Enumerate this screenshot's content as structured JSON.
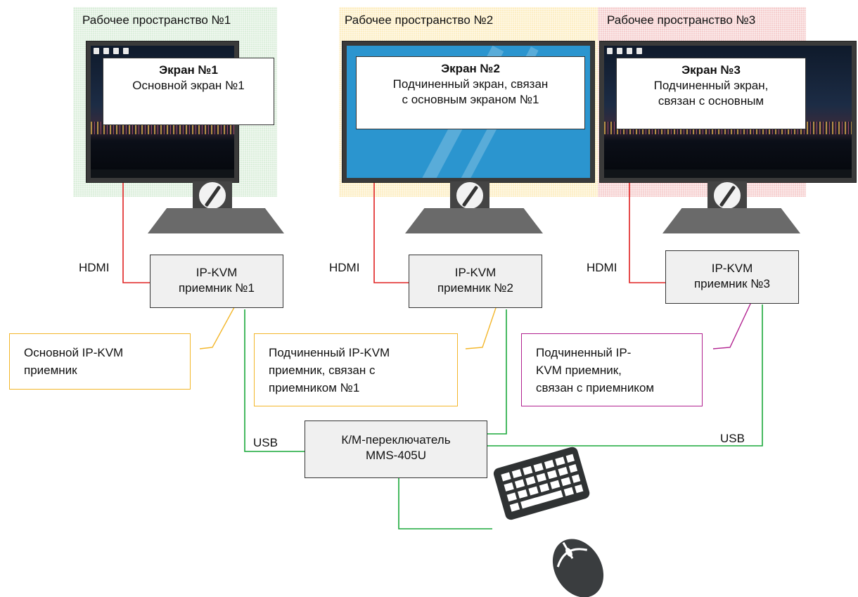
{
  "workspaces": [
    {
      "title": "Рабочее пространство №1",
      "color": "#dcefdc"
    },
    {
      "title": "Рабочее пространство №2",
      "color": "#fdeec4"
    },
    {
      "title": "Рабочее пространство №3",
      "color": "#f6cfcf"
    }
  ],
  "screens": [
    {
      "heading": "Экран №1",
      "line1": "Основной экран №1",
      "line2": ""
    },
    {
      "heading": "Экран №2",
      "line1": "Подчиненный экран, связан",
      "line2": "с основным экраном №1"
    },
    {
      "heading": "Экран №3",
      "line1": "Подчиненный экран,",
      "line2": "связан с основным"
    }
  ],
  "receivers": [
    {
      "line1": "IP-KVM",
      "line2": "приемник №1"
    },
    {
      "line1": "IP-KVM",
      "line2": "приемник №2"
    },
    {
      "line1": "IP-KVM",
      "line2": "приемник №3"
    }
  ],
  "notes": [
    {
      "line1": "Основной IP-KVM",
      "line2": "приемник",
      "line3": "",
      "color": "#f3b629"
    },
    {
      "line1": "Подчиненный IP-KVM",
      "line2": "приемник, связан с",
      "line3": "приемником №1",
      "color": "#f3b629"
    },
    {
      "line1": "Подчиненный IP-",
      "line2": "KVM приемник,",
      "line3": "связан с приемником",
      "color": "#b1208f"
    }
  ],
  "connection_labels": {
    "hdmi": "HDMI",
    "usb": "USB"
  },
  "switch": {
    "line1": "К/М-переключатель",
    "line2": "MMS-405U"
  },
  "colors": {
    "hdmi_line": "#e02020",
    "usb_line": "#1aa83a",
    "note_yellow": "#f3b629",
    "note_magenta": "#b1208f"
  },
  "icons": [
    "monitor-icon",
    "keyboard-icon",
    "mouse-icon"
  ]
}
